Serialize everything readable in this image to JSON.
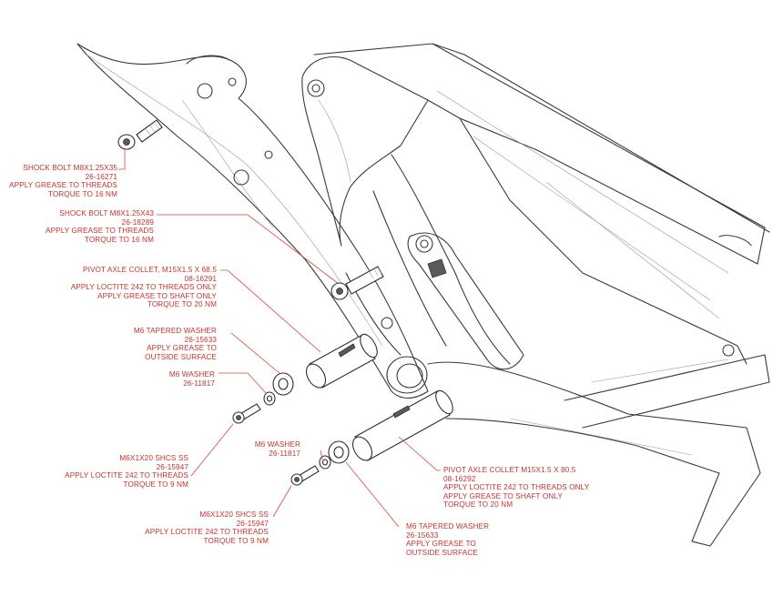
{
  "colors": {
    "background_band": "#363636",
    "canvas": "#ffffff",
    "callout_text": "#c8322c",
    "leader_line": "#e0453f",
    "frame_line": "#3a3a3a"
  },
  "callouts": {
    "shock_bolt_upper": {
      "line1": "SHOCK BOLT M8X1.25X35",
      "line2": "26-16271",
      "line3": "APPLY GREASE TO THREADS",
      "line4": "TORQUE TO 16 NM"
    },
    "shock_bolt_lower": {
      "line1": "SHOCK BOLT M8X1.25X43",
      "line2": "26-18289",
      "line3": "APPLY GREASE TO THREADS",
      "line4": "TORQUE TO 16 NM"
    },
    "pivot_axle_collet_upper": {
      "line1": "PIVOT AXLE COLLET, M15X1.5 X 68.5",
      "line2": "08-16291",
      "line3": "APPLY LOCTITE 242 TO THREADS ONLY",
      "line4": "APPLY GREASE TO SHAFT ONLY",
      "line5": "TORQUE TO 20 NM"
    },
    "tapered_washer_left": {
      "line1": "M6 TAPERED WASHER",
      "line2": "26-15633",
      "line3": "APPLY GREASE TO",
      "line4": "OUTSIDE SURFACE"
    },
    "washer_left": {
      "line1": "M6 WASHER",
      "line2": "26-11817"
    },
    "shcs_left": {
      "line1": "M6X1X20 SHCS SS",
      "line2": "26-15947",
      "line3": "APPLY LOCTITE 242 TO THREADS",
      "line4": "TORQUE TO 9 NM"
    },
    "washer_right": {
      "line1": "M6 WASHER",
      "line2": "26-11817"
    },
    "shcs_right": {
      "line1": "M6X1X20 SHCS SS",
      "line2": "26-15947",
      "line3": "APPLY LOCTITE 242 TO THREADS",
      "line4": "TORQUE TO 9 NM"
    },
    "pivot_axle_collet_lower": {
      "line1": "PIVOT AXLE COLLET M15X1.5 X 80.5",
      "line2": "08-16292",
      "line3": "APPLY LOCTITE 242 TO THREADS ONLY",
      "line4": "APPLY GREASE TO SHAFT ONLY",
      "line5": "TORQUE TO 20 NM"
    },
    "tapered_washer_right": {
      "line1": "M6 TAPERED WASHER",
      "line2": "26-15633",
      "line3": "APPLY GREASE TO",
      "line4": "OUTSIDE SURFACE"
    }
  }
}
